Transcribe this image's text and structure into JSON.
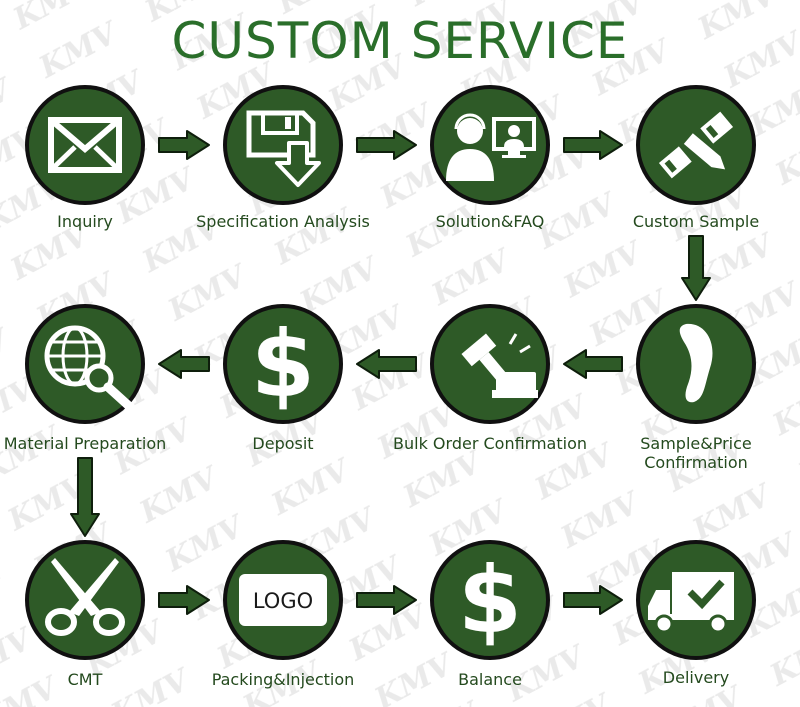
{
  "title": "CUSTOM SERVICE",
  "colors": {
    "circle_fill": "#2e5a27",
    "circle_outline": "#101010",
    "arrow_fill": "#2e5a27",
    "title_color": "#2a6e2a",
    "label_color": "#244a1e",
    "watermark_color": "#d9d9d9"
  },
  "watermark": "KMV",
  "steps": [
    {
      "label": "Inquiry",
      "icon": "envelope-icon"
    },
    {
      "label": "Specification Analysis",
      "icon": "save-download-icon"
    },
    {
      "label": "Solution&FAQ",
      "icon": "support-agent-icon"
    },
    {
      "label": "Custom Sample",
      "icon": "pencil-ruler-icon"
    },
    {
      "label_lines": [
        "Sample&Price",
        "Confirmation"
      ],
      "icon": "insole-icon"
    },
    {
      "label": "Bulk Order Confirmation",
      "icon": "gavel-icon"
    },
    {
      "label": "Deposit",
      "icon": "dollar-icon"
    },
    {
      "label": "Material Preparation",
      "icon": "globe-search-icon"
    },
    {
      "label": "CMT",
      "icon": "scissors-icon"
    },
    {
      "label": "Packing&Injection",
      "icon": "logo-box-icon",
      "icon_text": "LOGO"
    },
    {
      "label": "Balance",
      "icon": "dollar-icon"
    },
    {
      "label": "Delivery",
      "icon": "delivery-truck-icon"
    }
  ]
}
